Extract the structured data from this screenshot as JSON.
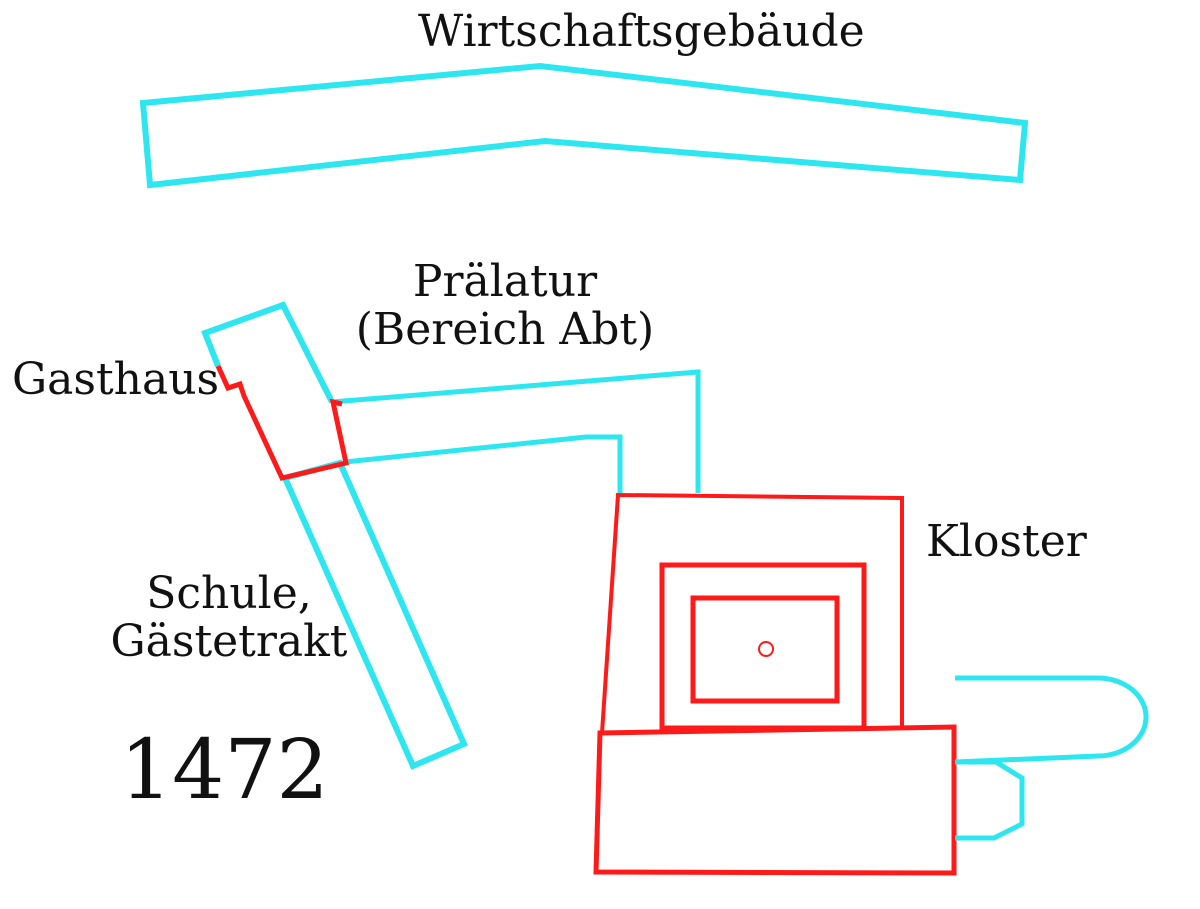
{
  "colors": {
    "before_1472": "#ff1a1a",
    "after_1472": "#2ee6f0",
    "ink": "#111111",
    "background": "#ffffff"
  },
  "labels": {
    "wirtschaft": "Wirtschaftsgebäude",
    "praelatur_line1": "Prälatur",
    "praelatur_line2": "(Bereich Abt)",
    "gasthaus": "Gasthaus",
    "schule_line1": "Schule,",
    "schule_line2": "Gästetrakt",
    "kloster": "Kloster",
    "year": "1472"
  }
}
